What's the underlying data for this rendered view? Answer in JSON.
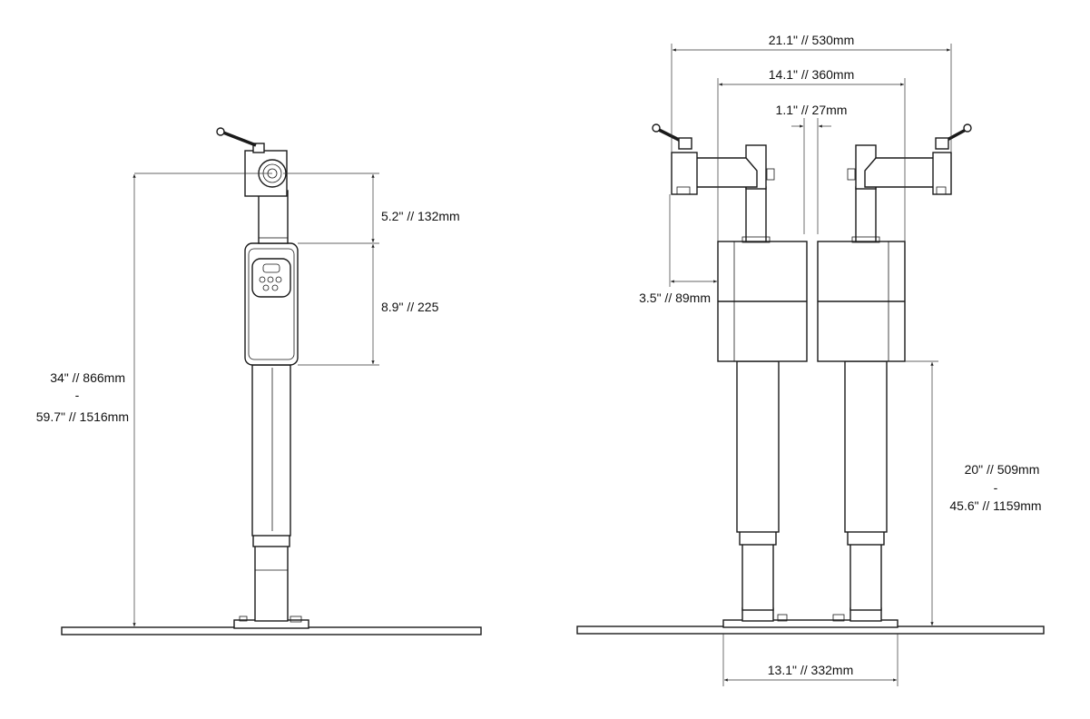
{
  "side_view": {
    "total_height": "34\" // 866mm",
    "dash": "-",
    "total_height_max": "59.7\" // 1516mm",
    "top_offset": "5.2\" // 132mm",
    "control_box_height": "8.9\" // 225"
  },
  "front_view": {
    "overall_width": "21.1\" // 530mm",
    "inner_width": "14.1\" // 360mm",
    "gap": "1.1\" // 27mm",
    "arm_reach": "3.5\" // 89mm",
    "lift_height": "20\" // 509mm",
    "dash": "-",
    "lift_height_max": "45.6\" // 1159mm",
    "base_width": "13.1\" // 332mm"
  },
  "colors": {
    "line": "#1a1a1a",
    "background": "#ffffff"
  }
}
